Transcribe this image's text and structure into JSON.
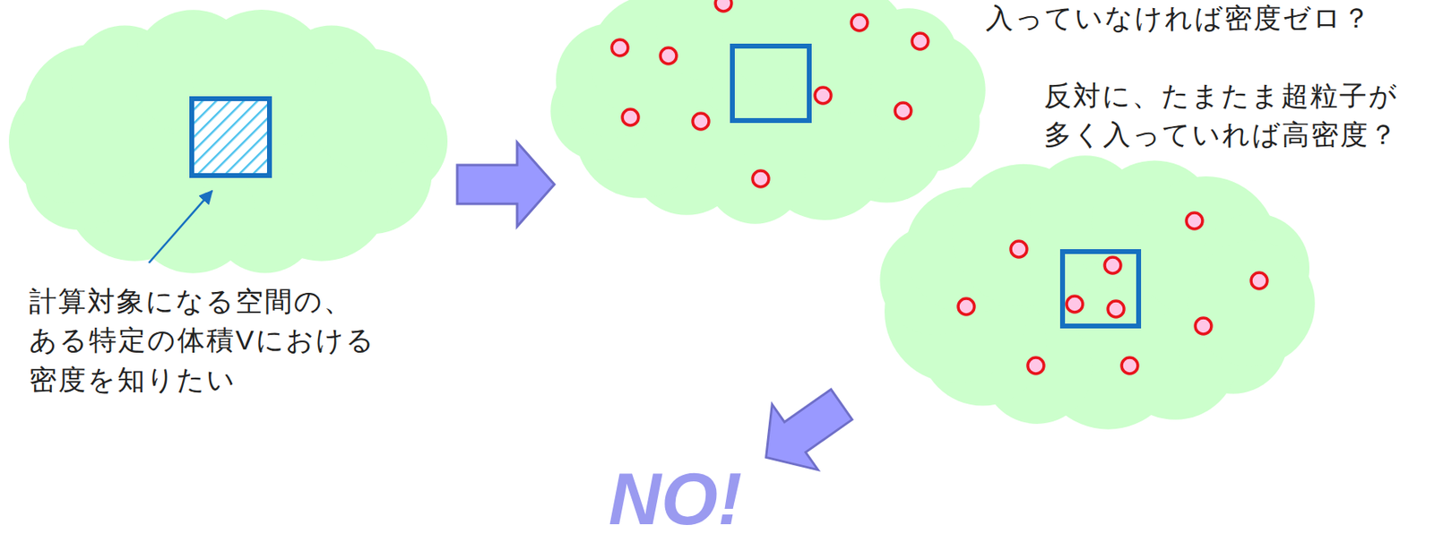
{
  "diagram": {
    "labels": [
      "計算対象になる空間の、 ある特定の体積Vにおける 密度を知りたい",
      "入っていなければ密度ゼロ？",
      "反対に、たまたま超粒子が 多く入っていれば高密度？",
      "NO!"
    ]
  }
}
